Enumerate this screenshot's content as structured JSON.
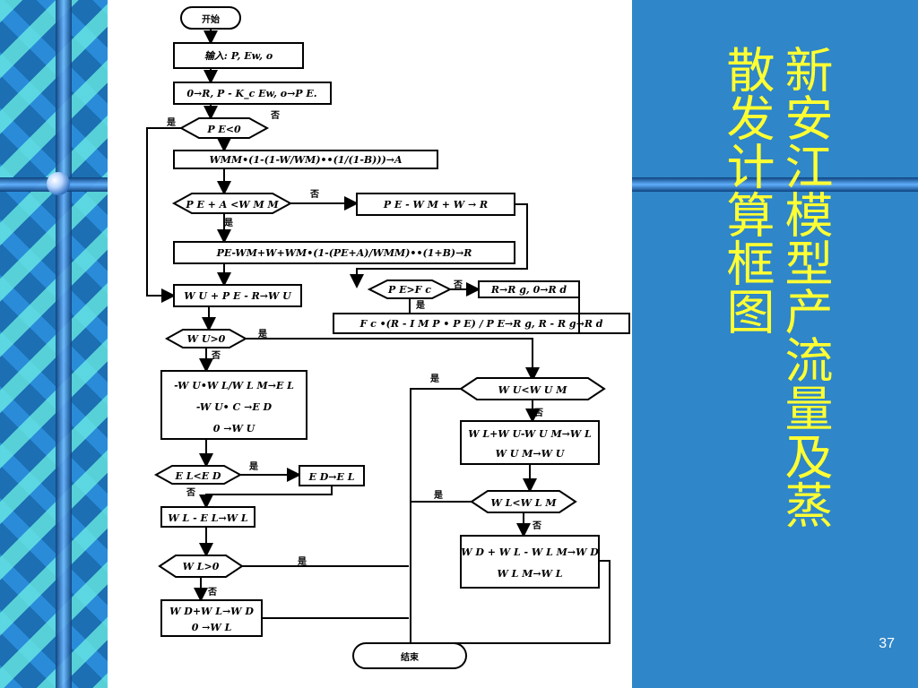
{
  "slide": {
    "title_col_1": "新安江模型产流量及蒸",
    "title_col_2": "散发计算框图",
    "page_number": "37"
  },
  "flowchart": {
    "start": "开始",
    "input": "输入: P, Ew, o",
    "init": "0→R, P - K_c Ew, o→P E.",
    "dec_pe_lt_0": "P E<0",
    "yes": "是",
    "no": "否",
    "wmm_line": "WMM•(1-(1-W/WM)••(1/(1-B)))→A",
    "dec_pe_a_lt_wmm": "P E + A <W M M",
    "calc_r_direct": "P E - W M + W → R",
    "calc_r_formula": "PE-WM+W+WM•(1-(PE+A)/WMM)••(1+B)→R",
    "dec_pe_gt_fc": "P E>F c",
    "rg_rd": "R→R g, 0→R d",
    "wu_update": "W U + P E - R→W U",
    "fc_line": "F c •(R - I M P • P E) / P E→R g, R - R g→R d",
    "dec_wu_gt_0": "W U>0",
    "el_ed_block_1": "-W U•W L/W L M→E L",
    "el_ed_block_2": "-W U• C →E D",
    "el_ed_block_3": "0 →W U",
    "dec_el_lt_ed": "E L<E D",
    "ed_to_el": "E D→E L",
    "wl_minus_el": "W L - E L→W L",
    "dec_wl_gt_0": "W L>0",
    "wd_block_1": "W D+W L→W D",
    "wd_block_2": "0 →W L",
    "dec_wu_lt_wum": "W U<W U M",
    "wl_wu_block_1": "W L+W U-W U M→W L",
    "wl_wu_block_2": "W U M→W U",
    "dec_wl_lt_wlm": "W L<W L M",
    "wd_wlm_block_1": "W D + W L - W L M→W D",
    "wd_wlm_block_2": "W L M→W L",
    "end": "结束"
  }
}
